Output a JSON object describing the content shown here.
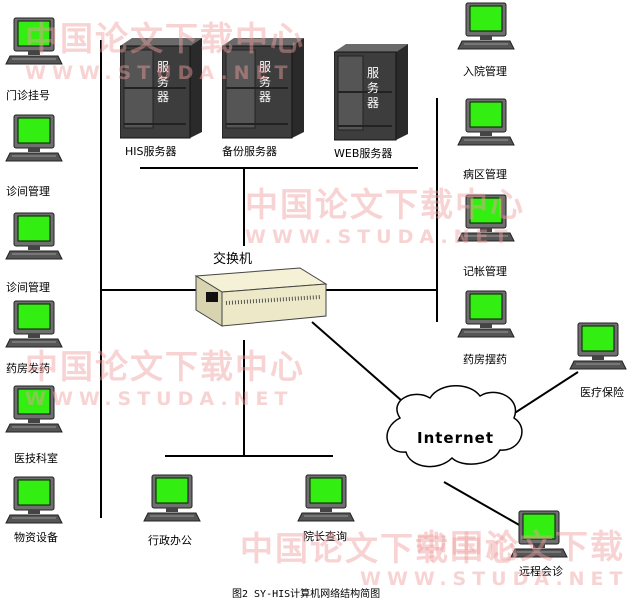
{
  "servers": [
    {
      "id": "his",
      "label": "HIS服务器",
      "glyph": "服\n务\n器"
    },
    {
      "id": "backup",
      "label": "备份服务器",
      "glyph": "服\n务\n器"
    },
    {
      "id": "web",
      "label": "WEB服务器",
      "glyph": "服\n务\n器"
    }
  ],
  "switch": {
    "label": "交换机"
  },
  "internet": {
    "label": "Internet"
  },
  "left_terminals": [
    "门诊挂号",
    "诊间管理",
    "诊间管理",
    "药房发药",
    "医技科室",
    "物资设备"
  ],
  "right_terminals": [
    "入院管理",
    "病区管理",
    "记帐管理",
    "药房摆药"
  ],
  "bottom_terminals": [
    "行政办公",
    "院长查询"
  ],
  "external": [
    "医疗保险",
    "远程会诊"
  ],
  "watermark": {
    "cn": "中国论文下载中心",
    "en": "WWW.STUDA.NET",
    "cn_partial": "中国论文下载"
  },
  "caption": "图2 SY-HIS计算机网络结构简图",
  "colors": {
    "screen": "#33ee11",
    "monitor": "#6f6f6f",
    "line": "#000000",
    "watermark": "#f0a0a0"
  }
}
